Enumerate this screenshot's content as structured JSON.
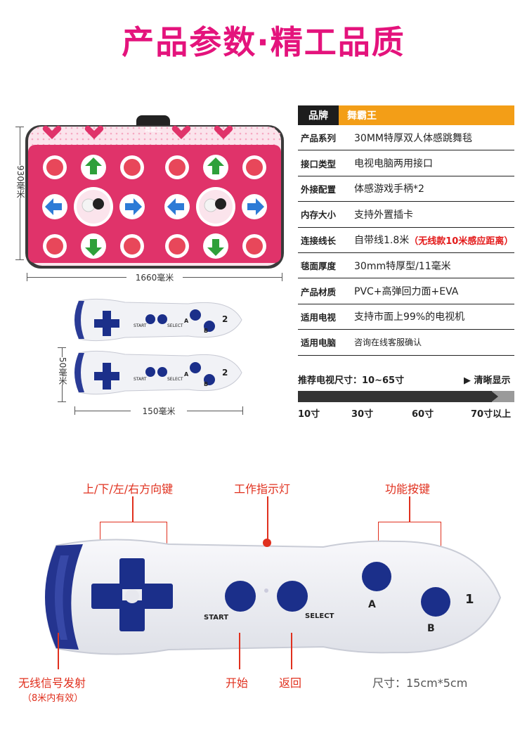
{
  "title": "产品参数·精工品质",
  "mat": {
    "brand_small": "舞霸王",
    "height_label": "930毫米",
    "width_label": "1660毫米"
  },
  "controllers_small": {
    "height_label": "50毫米",
    "width_label": "150毫米",
    "start": "START",
    "select": "SELECT",
    "a": "A",
    "b": "B",
    "num": "2"
  },
  "spec": {
    "head_key": "品牌",
    "head_value": "舞霸王",
    "rows": [
      {
        "k": "产品系列",
        "v": "30MM特厚双人体感跳舞毯",
        "extra": ""
      },
      {
        "k": "接口类型",
        "v": "电视电脑两用接口",
        "extra": ""
      },
      {
        "k": "外接配置",
        "v": "体感游戏手柄*2",
        "extra": ""
      },
      {
        "k": "内存大小",
        "v": "支持外置插卡",
        "extra": ""
      },
      {
        "k": "连接线长",
        "v": "自带线1.8米",
        "extra": "（无线款10米感应距离）"
      },
      {
        "k": "毯面厚度",
        "v": "30mm特厚型/11毫米",
        "extra": ""
      },
      {
        "k": "产品材质",
        "v": "PVC+高弹回力面+EVA",
        "extra": ""
      },
      {
        "k": "适用电视",
        "v": "支持市面上99%的电视机",
        "extra": ""
      },
      {
        "k": "适用电脑",
        "v": "咨询在线客服确认",
        "extra": ""
      }
    ]
  },
  "tv": {
    "label": "推荐电视尺寸：10~65寸",
    "clear": "清晰显示",
    "ticks": [
      "10寸",
      "30寸",
      "60寸",
      "70寸以上"
    ]
  },
  "diagram": {
    "direction_keys": "上/下/左/右方向键",
    "indicator": "工作指示灯",
    "function_keys": "功能按键",
    "wireless": "无线信号发射",
    "wireless_range": "（8米内有效）",
    "start_label": "开始",
    "back_label": "返回",
    "size": "尺寸：15cm*5cm",
    "start": "START",
    "select": "SELECT",
    "a": "A",
    "b": "B",
    "num": "1"
  },
  "colors": {
    "accent": "#e4137c",
    "orange": "#f39e17",
    "red": "#e0301e",
    "navy": "#1b2f8a",
    "pink": "#e0336a"
  }
}
